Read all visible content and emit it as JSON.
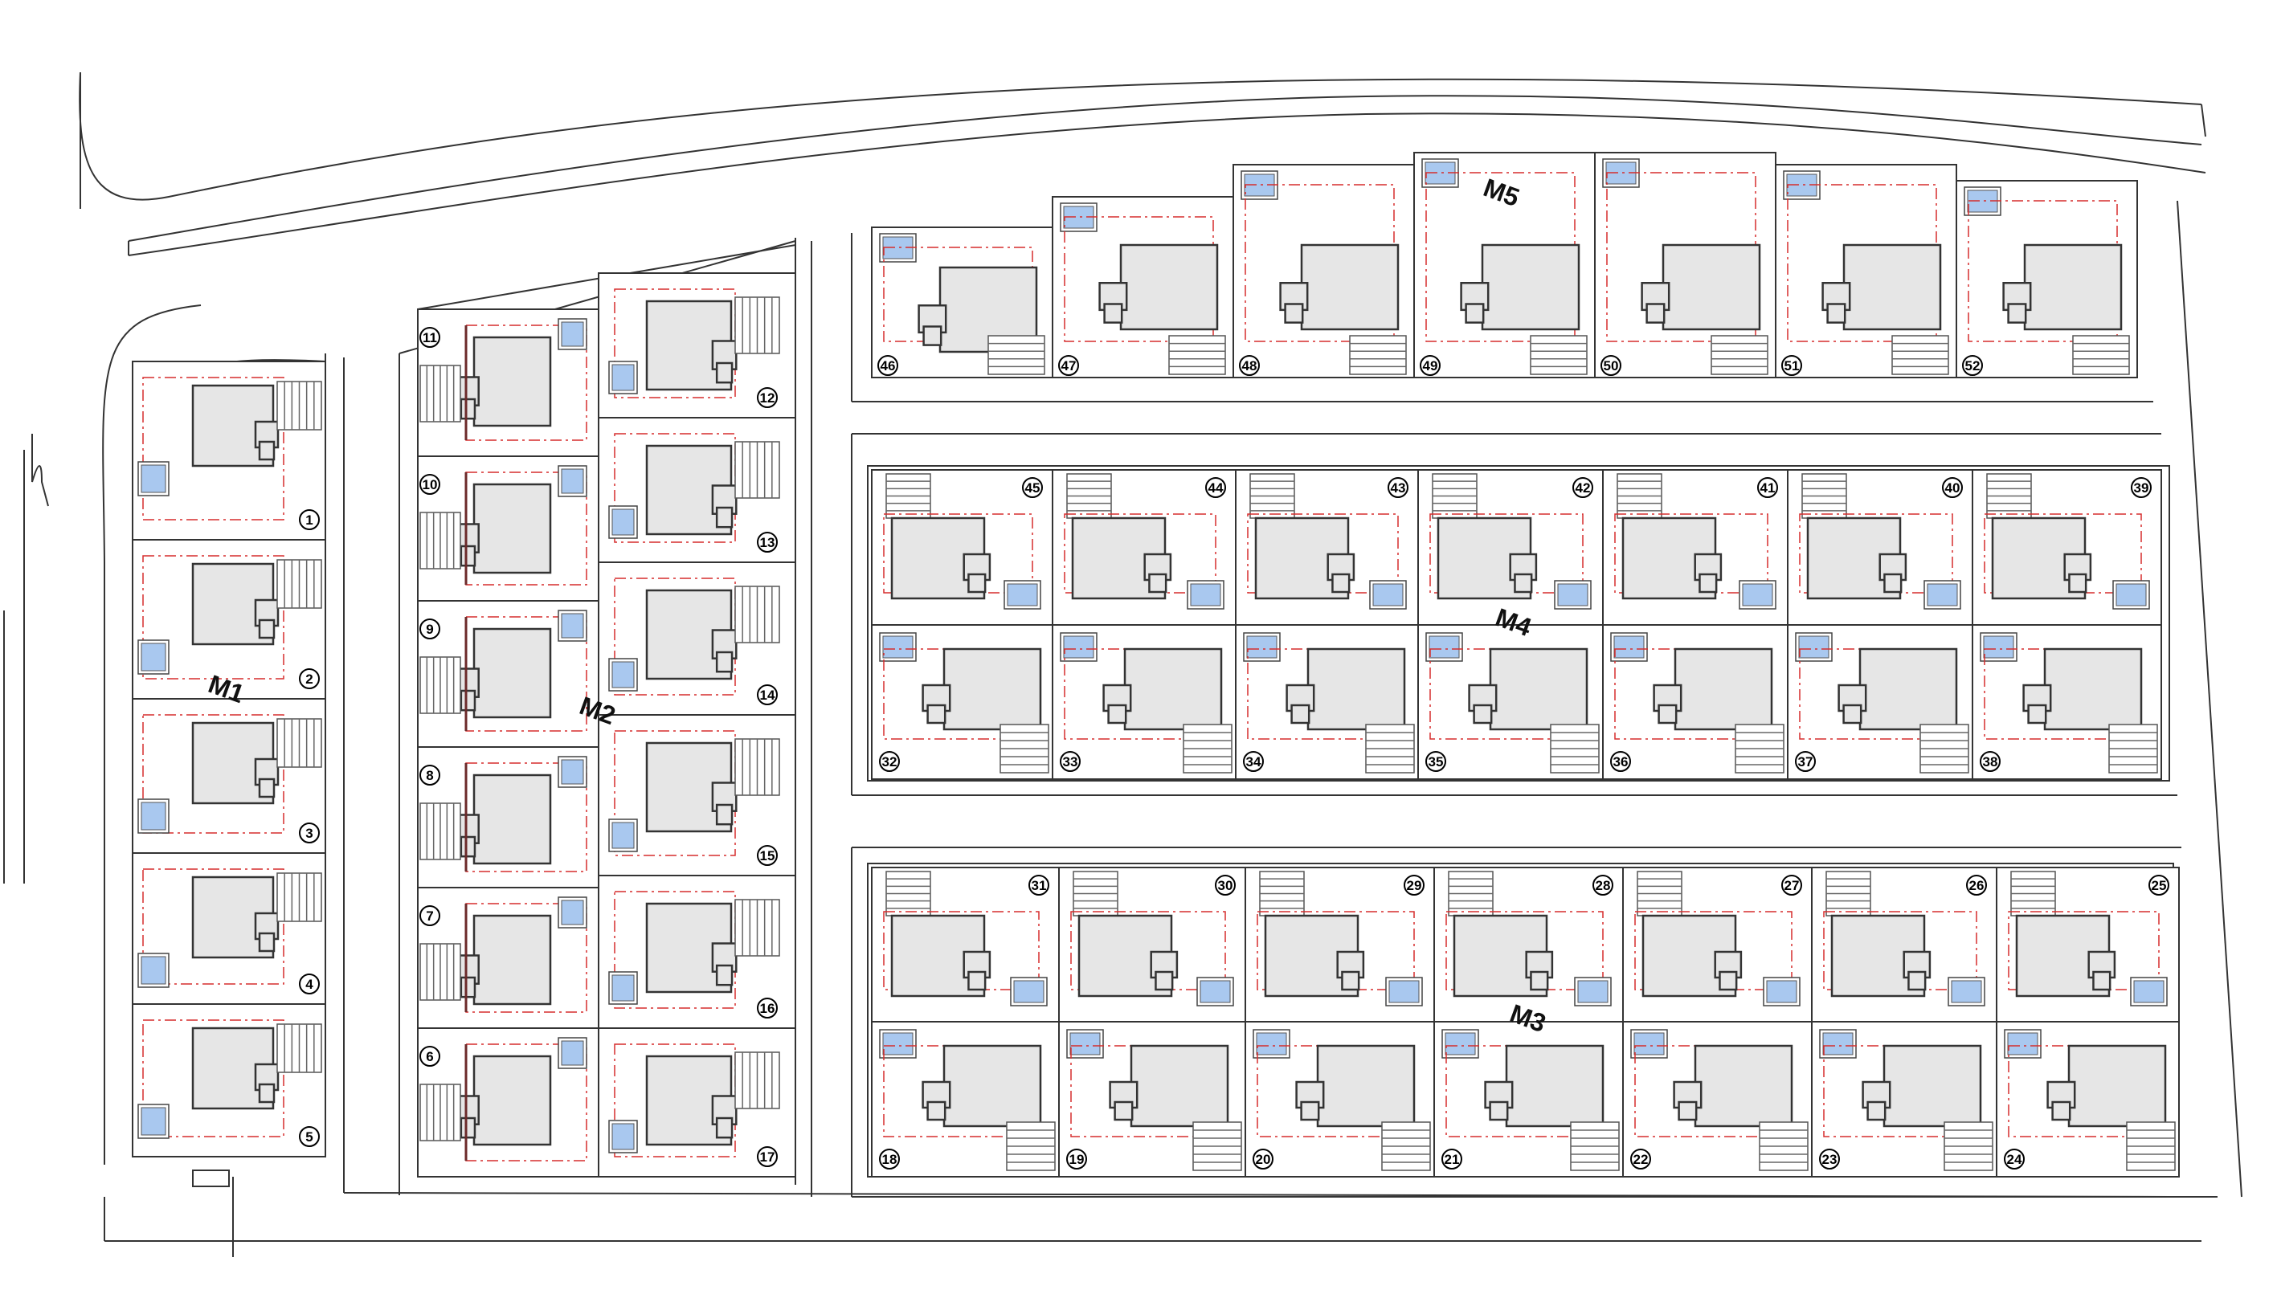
{
  "colors": {
    "outline": "#333333",
    "setback": "#d62d2d",
    "house": "#e6e6e6",
    "pool": "#a9c8ef",
    "wall": "#6b2a2a"
  },
  "blocks": [
    {
      "label": "M1",
      "plots": [
        "1",
        "2",
        "3",
        "4",
        "5"
      ]
    },
    {
      "label": "M2",
      "plots": [
        "6",
        "7",
        "8",
        "9",
        "10",
        "11",
        "12",
        "13",
        "14",
        "15",
        "16",
        "17"
      ]
    },
    {
      "label": "M3",
      "plots": [
        "18",
        "19",
        "20",
        "21",
        "22",
        "23",
        "24",
        "25",
        "26",
        "27",
        "28",
        "29",
        "30",
        "31"
      ]
    },
    {
      "label": "M4",
      "plots": [
        "32",
        "33",
        "34",
        "35",
        "36",
        "37",
        "38",
        "39",
        "40",
        "41",
        "42",
        "43",
        "44",
        "45"
      ]
    },
    {
      "label": "M5",
      "plots": [
        "46",
        "47",
        "48",
        "49",
        "50",
        "51",
        "52"
      ]
    }
  ]
}
